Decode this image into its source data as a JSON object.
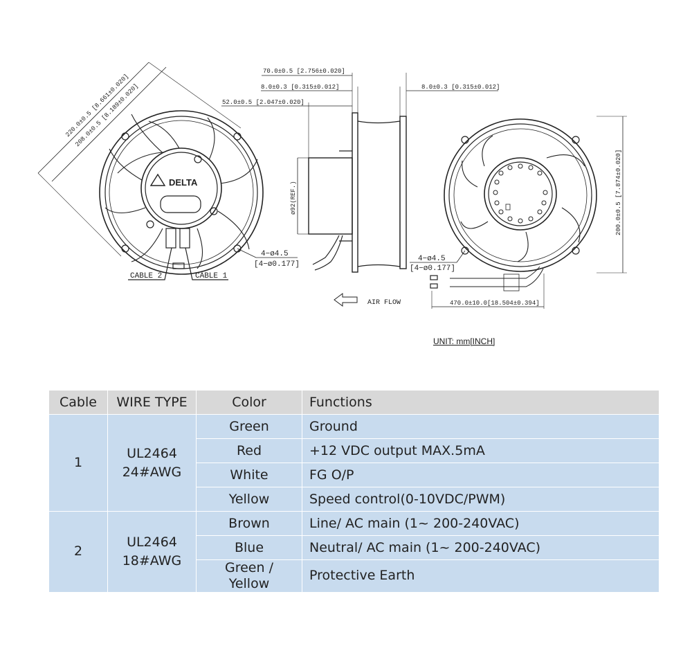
{
  "drawing": {
    "brand": "DELTA",
    "dims": {
      "d220": "220.0±0.5 [8.661±0.020]",
      "d208": "208.0±0.5 [8.189±0.020]",
      "d70": "70.0±0.5 [2.756±0.020]",
      "d8a": "8.0±0.3 [0.315±0.012]",
      "d8b": "8.0±0.3 [0.315±0.012]",
      "d52": "52.0±0.5 [2.047±0.020]",
      "d92": "ø92(REF.)",
      "d200": "200.0±0.5 [7.874±0.020]",
      "holes_a": "4−ø4.5",
      "holes_a_in": "[4−ø0.177]",
      "holes_b": "4−ø4.5",
      "holes_b_in": "[4−ø0.177]",
      "cable_len": "470.0±10.0[18.504±0.394]"
    },
    "cable1": "CABLE 1",
    "cable2": "CABLE 2",
    "airflow": "AIR FLOW",
    "unit": "UNIT: mm[INCH]"
  },
  "table": {
    "headers": [
      "Cable",
      "WIRE TYPE",
      "Color",
      "Functions"
    ],
    "groups": [
      {
        "cable": "1",
        "wire_type": [
          "UL2464",
          "24#AWG"
        ],
        "rows": [
          {
            "color": "Green",
            "function": "Ground"
          },
          {
            "color": "Red",
            "function": "+12 VDC output MAX.5mA"
          },
          {
            "color": "White",
            "function": "FG O/P"
          },
          {
            "color": "Yellow",
            "function": "Speed control(0-10VDC/PWM)"
          }
        ]
      },
      {
        "cable": "2",
        "wire_type": [
          "UL2464",
          "18#AWG"
        ],
        "rows": [
          {
            "color": "Brown",
            "function": "Line/ AC main (1~ 200-240VAC)"
          },
          {
            "color": "Blue",
            "function": "Neutral/ AC main (1~ 200-240VAC)"
          },
          {
            "color": "Green / Yellow",
            "function": "Protective Earth"
          }
        ]
      }
    ]
  }
}
